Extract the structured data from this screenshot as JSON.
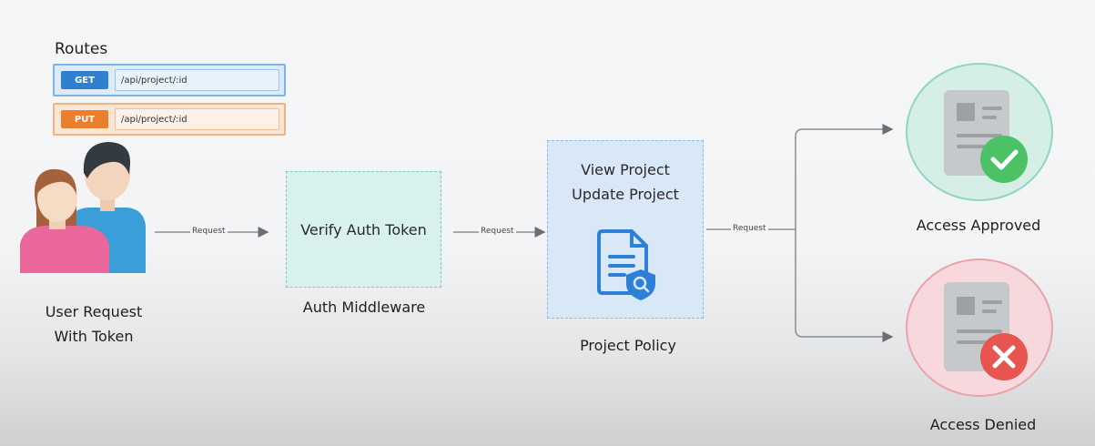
{
  "routes": {
    "title": "Routes",
    "items": [
      {
        "method": "GET",
        "path": "/api/project/:id"
      },
      {
        "method": "PUT",
        "path": "/api/project/:id"
      }
    ]
  },
  "user": {
    "line1": "User Request",
    "line2": "With Token"
  },
  "arrows": {
    "request_label": "Request"
  },
  "auth": {
    "box_text": "Verify Auth Token",
    "caption": "Auth Middleware"
  },
  "policy": {
    "line1": "View Project",
    "line2": "Update Project",
    "caption": "Project Policy"
  },
  "outcomes": {
    "approved": "Access Approved",
    "denied": "Access Denied"
  },
  "colors": {
    "get": "#2f80d1",
    "put": "#e97e2c",
    "approved": "#4cc266",
    "denied": "#e8544f",
    "doc": "#2f7fd8"
  }
}
